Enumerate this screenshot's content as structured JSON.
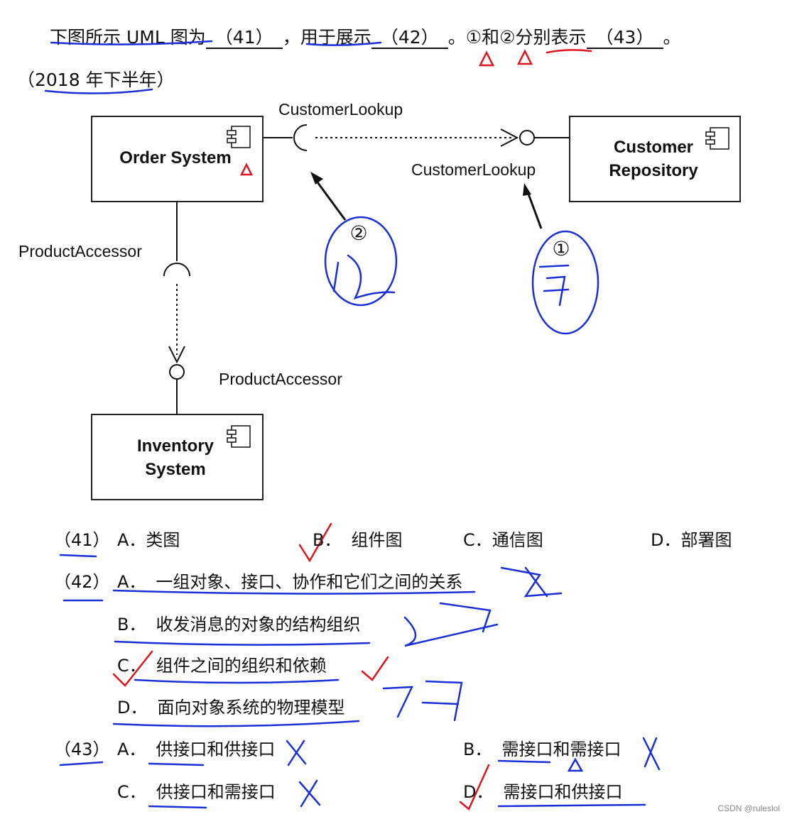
{
  "question": {
    "prefix": "下图所示 UML 图为",
    "blank41": "（41）",
    "mid1": "，用于展示",
    "blank42": "（42）",
    "mid2": "。①和②分别表示",
    "blank43": "（43）",
    "end": "。",
    "year": "（2018 年下半年）"
  },
  "diagram": {
    "order_system": "Order System",
    "customer_repository_line1": "Customer",
    "customer_repository_line2": "Repository",
    "inventory_line1": "Inventory",
    "inventory_line2": "System",
    "customer_lookup_top": "CustomerLookup",
    "customer_lookup_bottom": "CustomerLookup",
    "product_accessor_left": "ProductAccessor",
    "product_accessor_right": "ProductAccessor",
    "marker_1": "①",
    "marker_2": "②"
  },
  "options": {
    "q41": {
      "num": "（41）",
      "A": "A．类图",
      "B_letter": "B．",
      "B": "组件图",
      "C": "C．通信图",
      "D": "D．部署图"
    },
    "q42": {
      "num": "（42）",
      "A_letter": "A．",
      "A": "一组对象、接口、协作和它们之间的关系",
      "B_letter": "B．",
      "B": "收发消息的对象的结构组织",
      "C_letter": "C．",
      "C": "组件之间的组织和依赖",
      "D_letter": "D．",
      "D": "面向对象系统的物理模型"
    },
    "q43": {
      "num": "（43）",
      "A_letter": "A．",
      "A": "供接口和供接口",
      "B_letter": "B．",
      "B": "需接口和需接口",
      "C_letter": "C．",
      "C": "供接口和需接口",
      "D_letter": "D．",
      "D": "需接口和供接口"
    }
  },
  "watermark": "CSDN @ruleslol",
  "colors": {
    "ink": "#111111",
    "annotation_blue": "#1a2fd6",
    "annotation_red": "#e0141e"
  }
}
